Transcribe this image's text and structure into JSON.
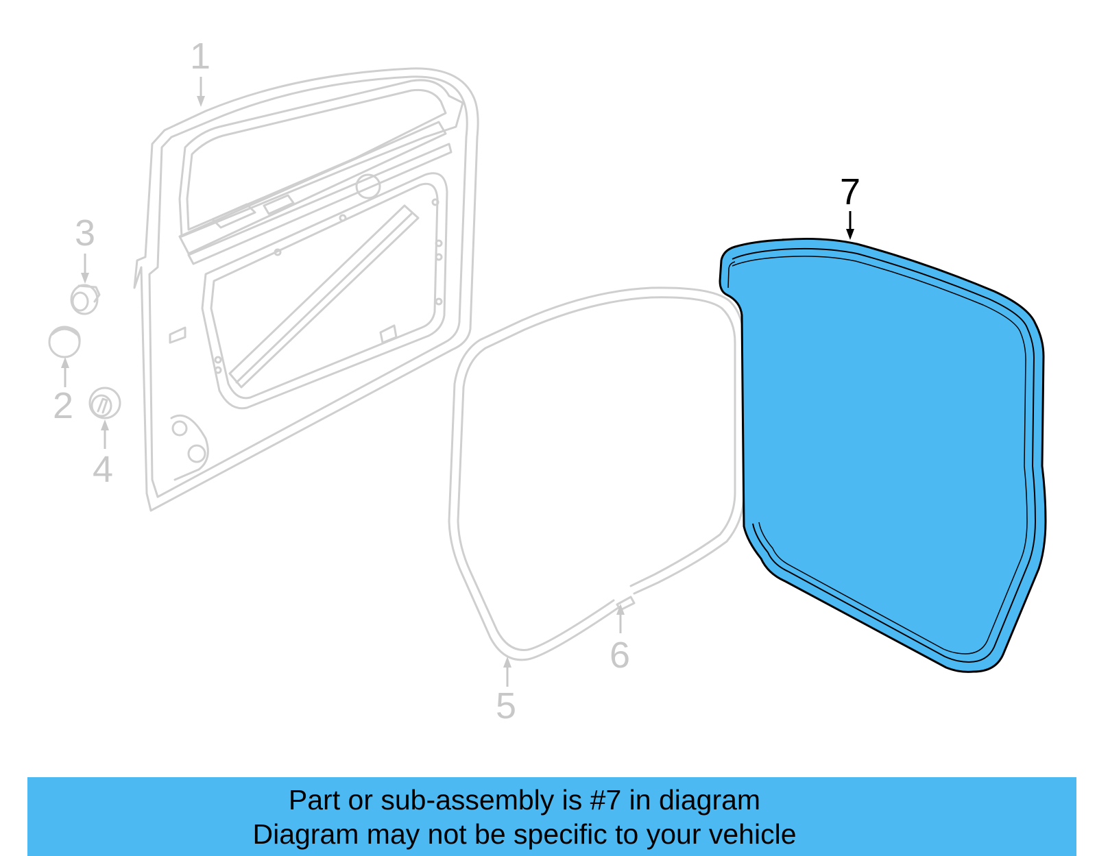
{
  "callouts": {
    "c1": "1",
    "c2": "2",
    "c3": "3",
    "c4": "4",
    "c5": "5",
    "c6": "6",
    "c7": "7"
  },
  "highlighted_part": "7",
  "banner": {
    "line1": "Part or sub-assembly is #7 in diagram",
    "line2": "Diagram may not be specific to your vehicle"
  },
  "colors": {
    "highlight": "#4db9f2",
    "faded": "#cfcfcf",
    "outline": "#000000"
  }
}
